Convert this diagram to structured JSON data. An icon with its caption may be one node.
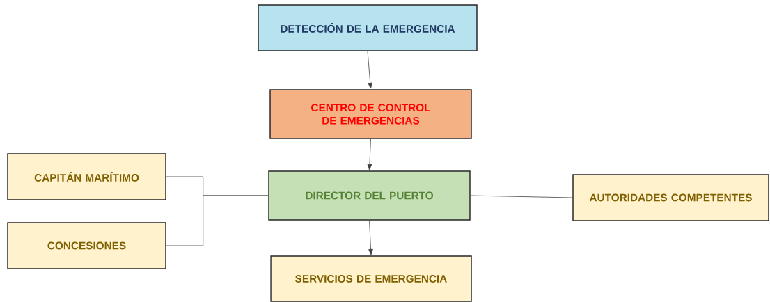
{
  "diagram": {
    "nodes": [
      {
        "text": [
          "DETECCIÓN DE LA EMERGENCIA"
        ]
      },
      {
        "text": [
          "CENTRO DE CONTROL DE EMERGENCIAS"
        ]
      },
      {
        "text": [
          "CAPITÁN MARÍTIMO"
        ]
      },
      {
        "text": [
          "DIRECTOR DEL PUERTO"
        ]
      },
      {
        "text": [
          "AUTORIDADES COMPETENTES"
        ]
      },
      {
        "text": [
          "CONCESIONES"
        ]
      },
      {
        "text": [
          "SERVICIOS DE EMERGENCIA"
        ]
      }
    ],
    "edges": [
      {
        "from": 0,
        "to": 1,
        "arrow": "to"
      },
      {
        "from": 1,
        "to": 3,
        "arrow": "to"
      },
      {
        "from": 2,
        "to": 3,
        "arrow": "none"
      },
      {
        "from": 5,
        "to": 3,
        "arrow": "none"
      },
      {
        "from": 3,
        "to": 4,
        "arrow": "none"
      },
      {
        "from": 3,
        "to": 6,
        "arrow": "to"
      }
    ]
  }
}
